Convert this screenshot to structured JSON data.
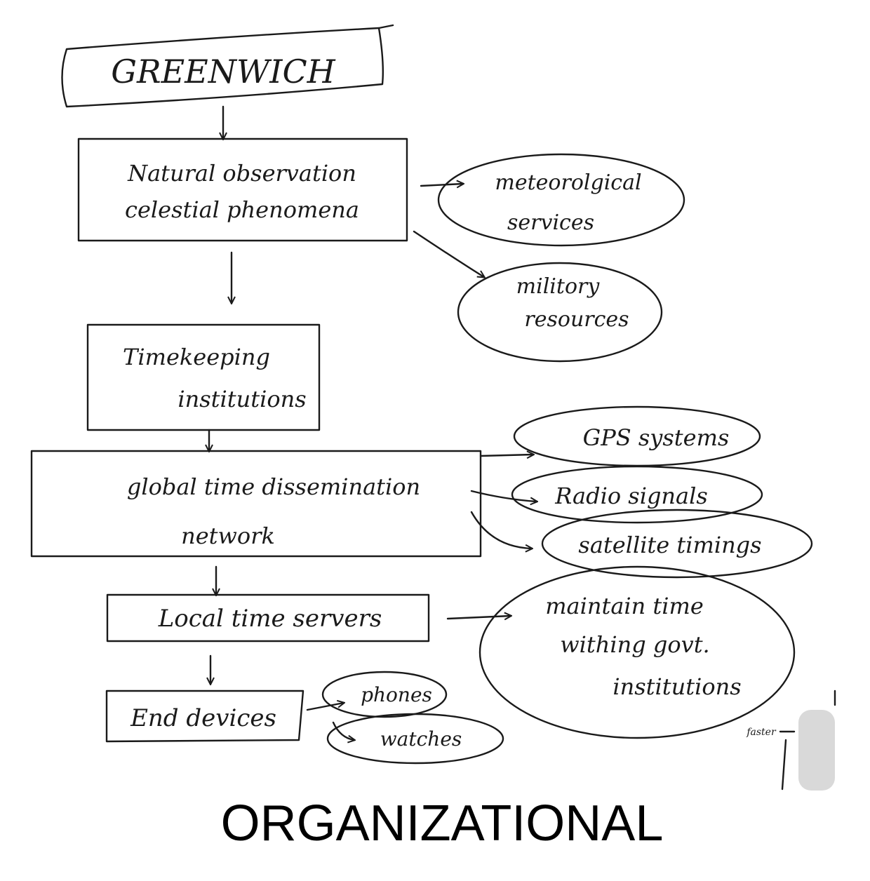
{
  "diagram": {
    "nodes": {
      "greenwich": "GREENWICH",
      "natural_line1": "Natural observation",
      "natural_line2": "celestial phenomena",
      "meteo_line1": "meteorolgical",
      "meteo_line2": "services",
      "military_line1": "militory",
      "military_line2": "resources",
      "timekeeping_line1": "Timekeeping",
      "timekeeping_line2": "institutions",
      "global_line1": "global time dissemination",
      "global_line2": "network",
      "gps": "GPS systems",
      "radio": "Radio signals",
      "satellite": "satellite timings",
      "local": "Local time servers",
      "maintain_line1": "maintain time",
      "maintain_line2": "withing govt.",
      "maintain_line3": "institutions",
      "end": "End devices",
      "phones": "phones",
      "watches": "watches",
      "faster": "faster"
    },
    "caption": "ORGANIZATIONAL"
  }
}
